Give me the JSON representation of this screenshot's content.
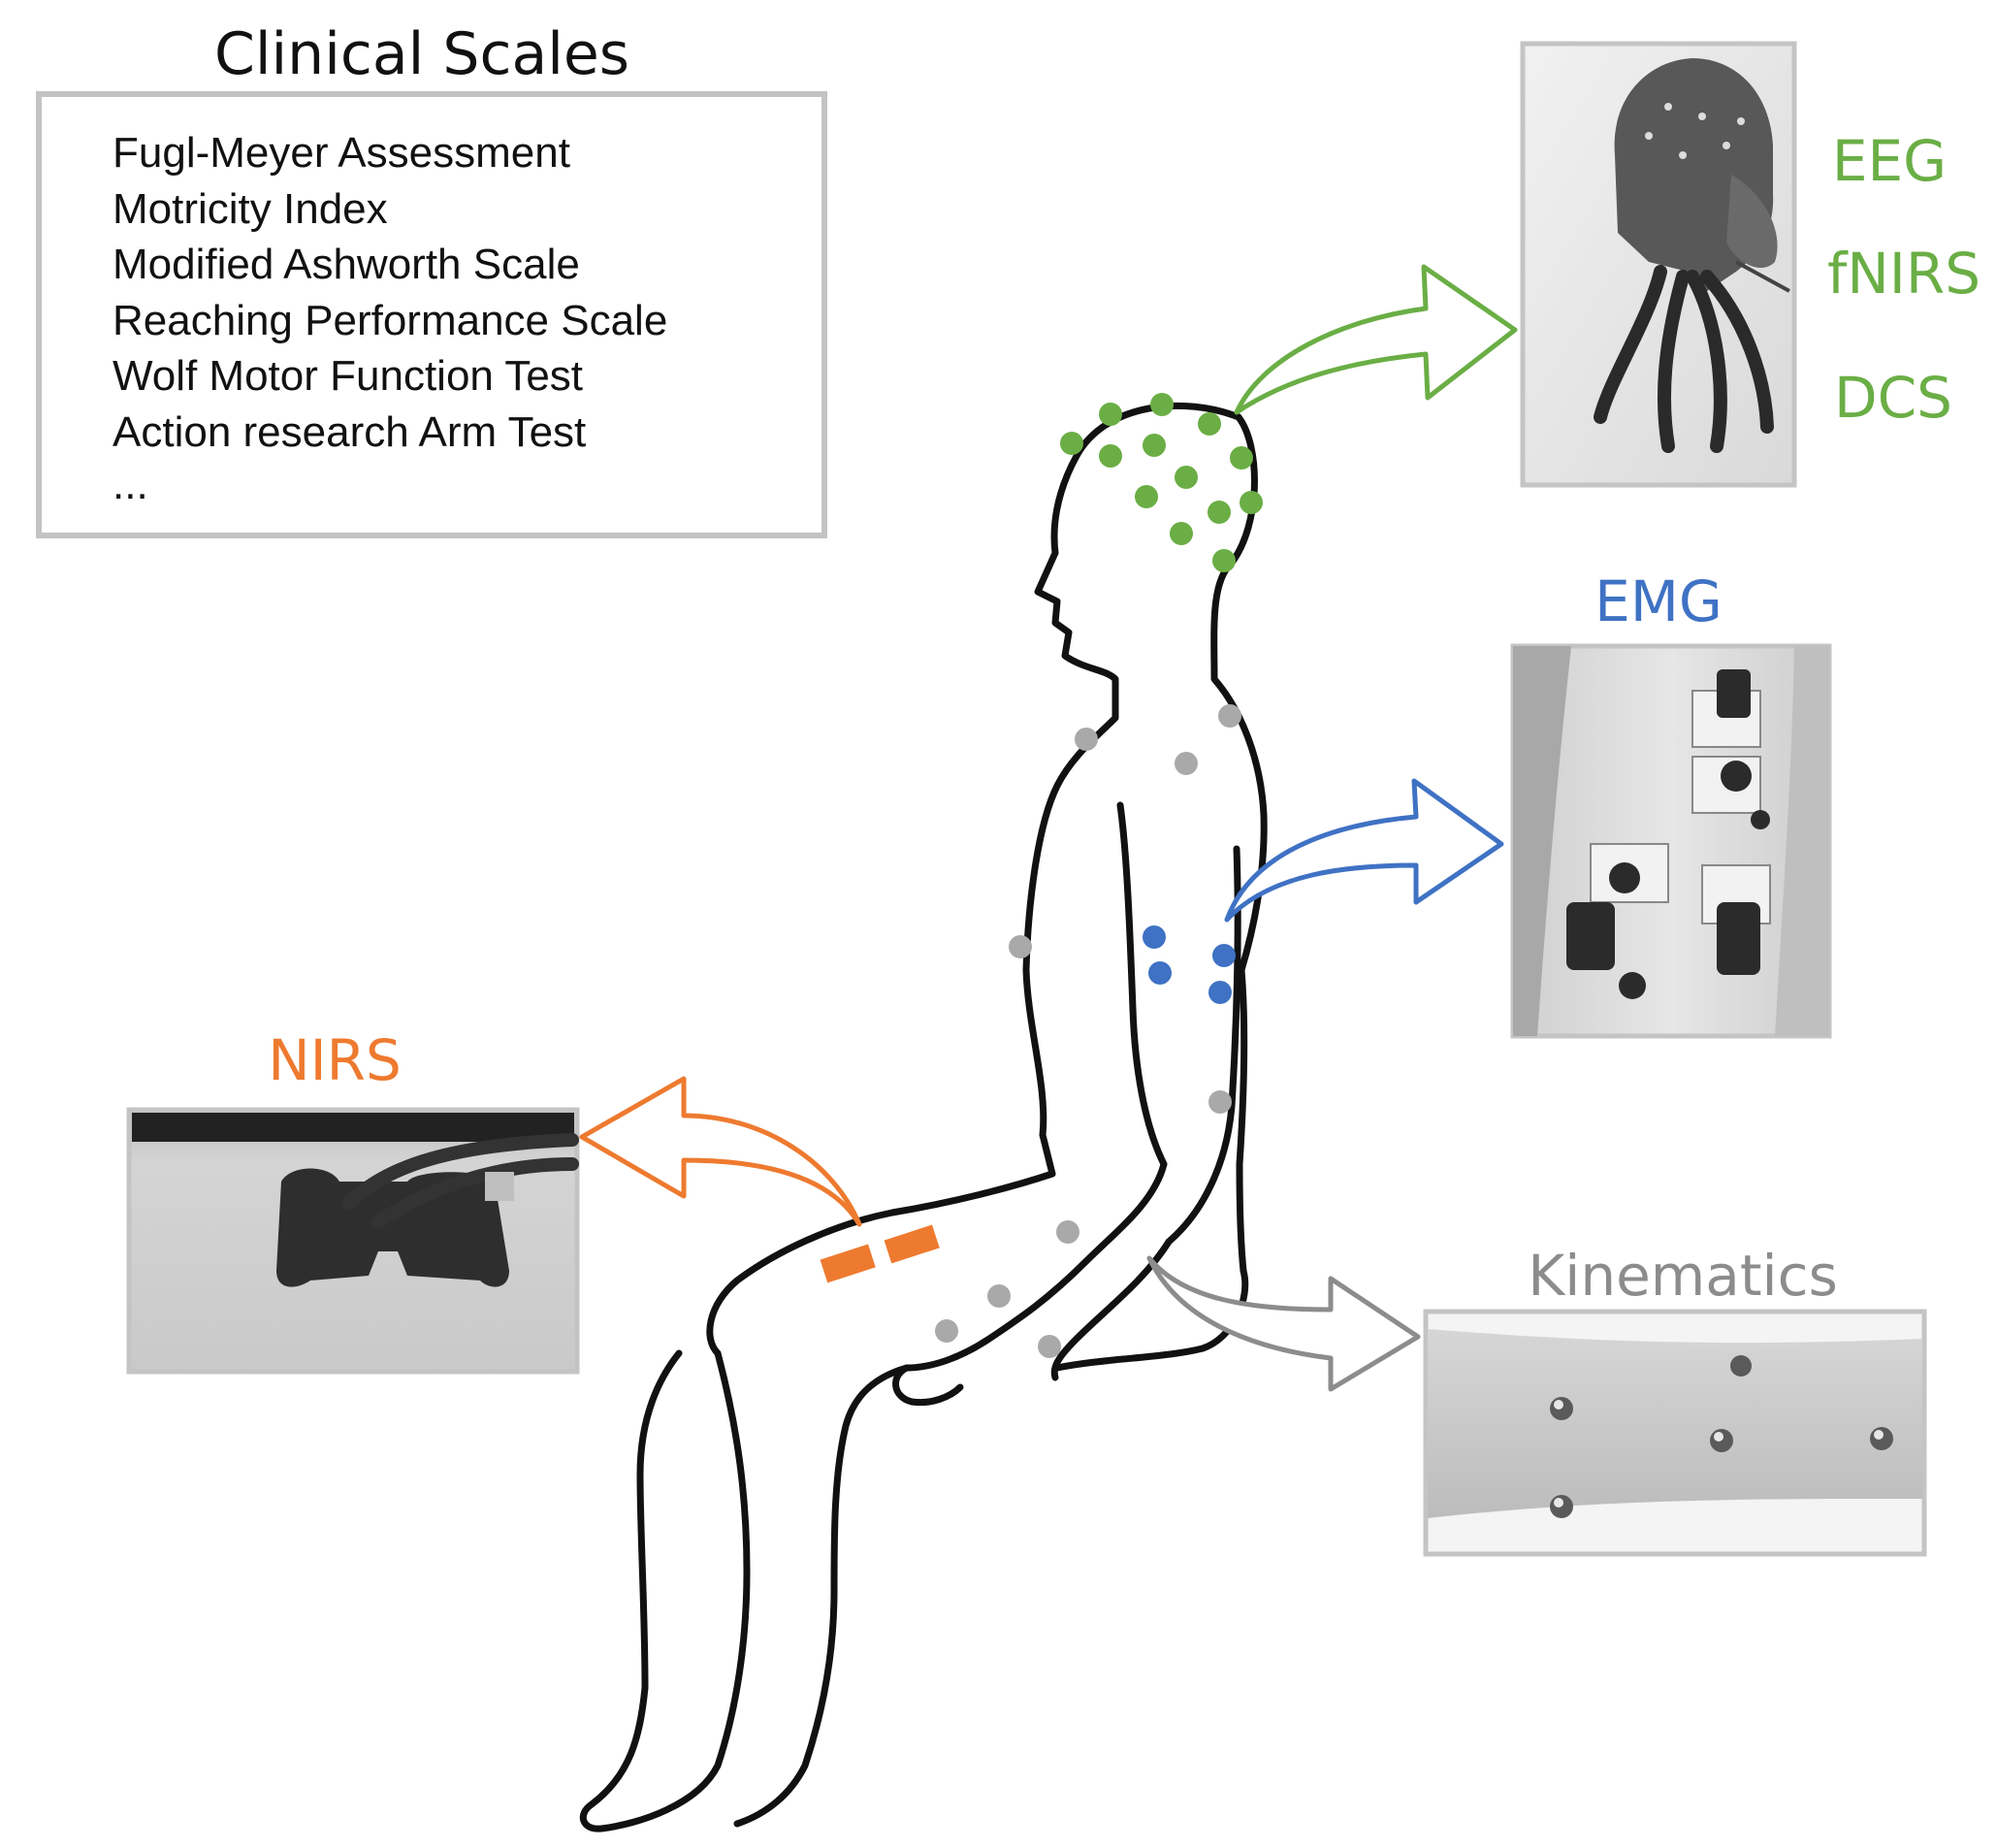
{
  "clinical_scales": {
    "title": "Clinical Scales",
    "items": [
      "Fugl-Meyer Assessment",
      "Motricity Index",
      "Modified Ashworth Scale",
      "Reaching Performance Scale",
      "Wolf Motor Function Test",
      "Action research Arm Test",
      "..."
    ]
  },
  "modalities": {
    "eeg": "EEG",
    "fnirs": "fNIRS",
    "dcs": "DCS",
    "emg": "EMG",
    "nirs": "NIRS",
    "kinematics": "Kinematics"
  },
  "colors": {
    "green": "#6aae45",
    "blue": "#3f72c4",
    "orange": "#ee7a2f",
    "gray": "#8c8c8c",
    "marker_gray": "#a9a9a9"
  }
}
